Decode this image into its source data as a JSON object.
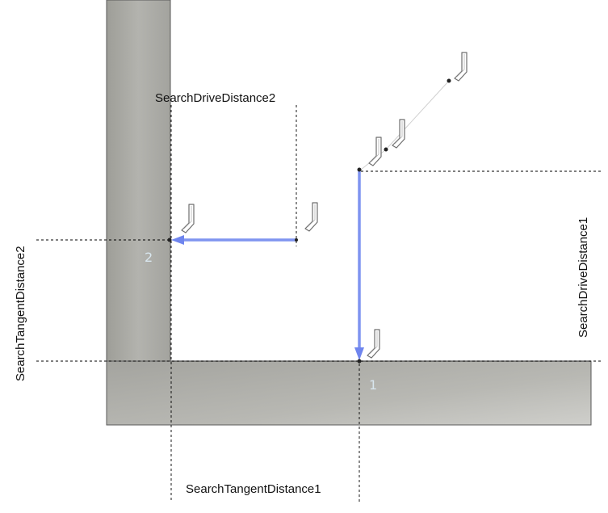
{
  "labels": {
    "search_drive_distance_2": "SearchDriveDistance2",
    "search_drive_distance_1": "SearchDriveDistance1",
    "search_tangent_distance_2": "SearchTangentDistance2",
    "search_tangent_distance_1": "SearchTangentDistance1"
  },
  "point_labels": {
    "point_1": "1",
    "point_2": "2"
  },
  "colors": {
    "wall": "#a9a9a4",
    "arrow": "#7f94f0",
    "dimension_line": "#000000"
  },
  "icons": [
    "tool-probe-icon"
  ]
}
